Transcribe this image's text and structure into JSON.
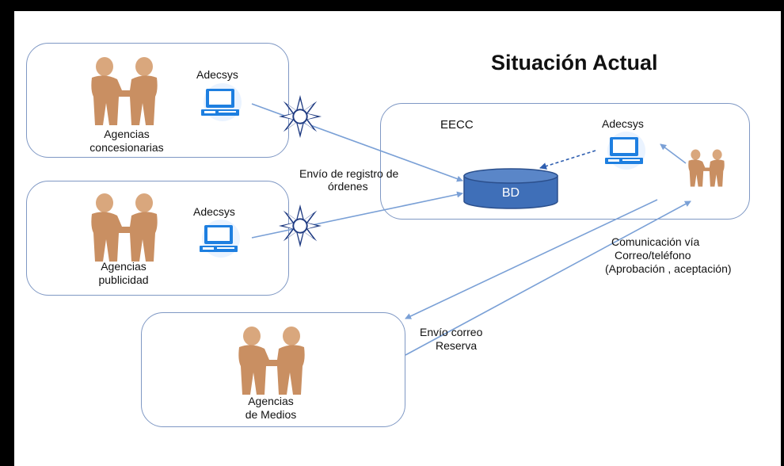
{
  "title": "Situación Actual",
  "colors": {
    "box_border": "#7f98c4",
    "arrow": "#7aa0d6",
    "db_fill": "#3f6fb8",
    "computer": "#1e7fe0",
    "sun_outline": "#1f3b82",
    "people": "#d9a77d"
  },
  "icons": {
    "people": "handshake-people-icon",
    "computer": "computer-icon",
    "gateway": "sun-gateway-icon",
    "database": "database-icon"
  },
  "nodes": {
    "concesionarias": {
      "system": "Adecsys",
      "line1": "Agencias",
      "line2": "concesionarias"
    },
    "publicidad": {
      "system": "Adecsys",
      "line1": "Agencias",
      "line2": "publicidad"
    },
    "medios": {
      "line1": "Agencias",
      "line2": "de Medios"
    },
    "eecc": {
      "label": "EECC",
      "system": "Adecsys",
      "db": "BD"
    }
  },
  "edges": {
    "envio_registro": {
      "line1": "Envío de registro de",
      "line2": "órdenes"
    },
    "comunicacion": {
      "line1": "Comunicación vía",
      "line2": "Correo/teléfono",
      "line3": "(Aprobación , aceptación)"
    },
    "envio_correo": {
      "line1": "Envío correo",
      "line2": "Reserva"
    }
  }
}
